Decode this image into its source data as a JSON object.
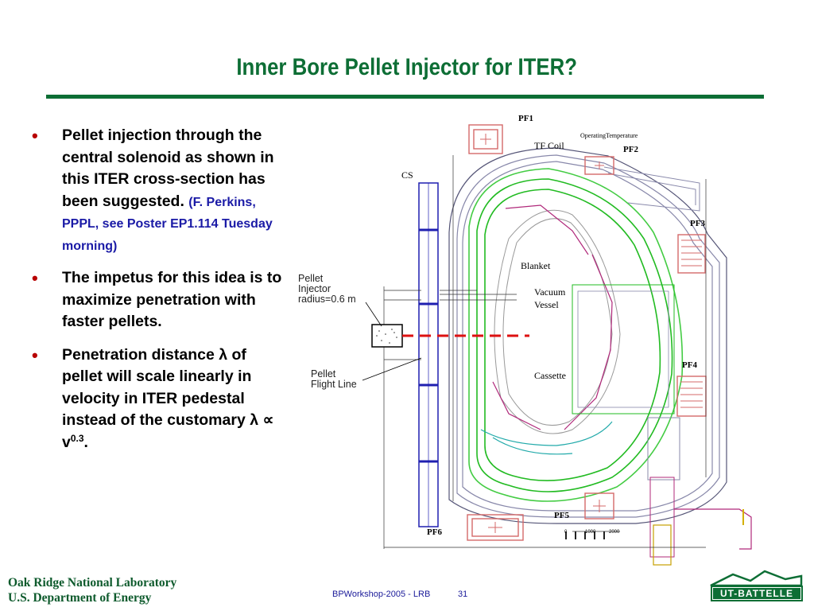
{
  "slide": {
    "title": "Inner Bore Pellet Injector for ITER?",
    "bullets": [
      {
        "text": "Pellet injection through the central solenoid as shown in this ITER cross-section has been suggested.",
        "note": "(F. Perkins, PPPL, see Poster EP1.114 Tuesday morning)"
      },
      {
        "text": "The impetus for this idea is to maximize penetration with faster pellets."
      },
      {
        "text_before": "Penetration distance ",
        "lambda": "λ",
        "text_after": " of pellet will scale linearly in velocity in ITER pedestal instead of the customary ",
        "proportional": "λ ∝ v",
        "exponent": "0.3",
        "end": "."
      }
    ]
  },
  "diagram": {
    "labels": {
      "pf1": "PF1",
      "pf2": "PF2",
      "pf3": "PF3",
      "pf4": "PF4",
      "pf5": "PF5",
      "pf6": "PF6",
      "tf_coil": "TF Coil",
      "operating_temperature": "OperatingTemperature",
      "cs": "CS",
      "blanket": "Blanket",
      "vacuum": "Vacuum",
      "vessel": "Vessel",
      "cassette": "Cassette",
      "injector_line1": "Pellet",
      "injector_line2": "Injector",
      "injector_line3": "radius=0.6 m",
      "flight_line1": "Pellet",
      "flight_line2": "Flight Line",
      "scale_0": "0",
      "scale_1000": "1000",
      "scale_2000": "2000"
    },
    "colors": {
      "green": "#22bb22",
      "blue": "#1f1fb0",
      "magenta": "#b0287a",
      "red": "#dd1111",
      "pink": "#d46a6a",
      "grey": "#8888aa"
    }
  },
  "footer": {
    "lab_line1": "Oak Ridge National Laboratory",
    "lab_line2": "U.S. Department of Energy",
    "workshop": "BPWorkshop-2005  - LRB",
    "page": "31",
    "logo": "UT-BATTELLE"
  }
}
